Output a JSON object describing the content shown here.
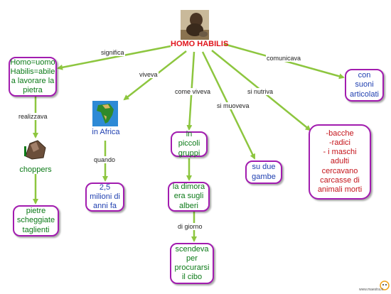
{
  "title": "HOMO  HABILIS",
  "nodes": {
    "significa_box": [
      "Homo=uomo",
      "Habilis=abile",
      "a lavorare la",
      "pietra"
    ],
    "choppers": "choppers",
    "pietre": [
      "pietre",
      "scheggiate",
      "taglienti"
    ],
    "africa": "in Africa",
    "milioni": [
      "2,5",
      "milioni di",
      "anni fa"
    ],
    "gruppi": [
      "in piccoli",
      "gruppi"
    ],
    "dimora": [
      "la dimora",
      "era sugli",
      "alberi"
    ],
    "scendeva": [
      "scendeva",
      "per",
      "procurarsi",
      "il cibo"
    ],
    "gambe": [
      "su due",
      "gambe"
    ],
    "cibo": [
      "-bacche",
      "-radici",
      "- i  maschi",
      "adulti",
      "cercavano",
      "carcasse di",
      "animali morti"
    ],
    "suoni": [
      "con",
      "suoni",
      "articolati"
    ]
  },
  "labels": {
    "significa": "significa",
    "viveva": "viveva",
    "come_viveva": "come viveva",
    "si_muoveva": "si muoveva",
    "si_nutriva": "si nutriva",
    "comunicava": "comunicava",
    "realizzava": "realizzava",
    "quando": "quando",
    "di_giorno": "di giorno"
  },
  "footer": "www.maestra.it",
  "colors": {
    "arrow": "#8dc63f",
    "border": "#a21caf",
    "title": "#e0141b",
    "green_text": "#0b7a17",
    "blue_text": "#1f3fb0",
    "red_text": "#c4141b"
  }
}
